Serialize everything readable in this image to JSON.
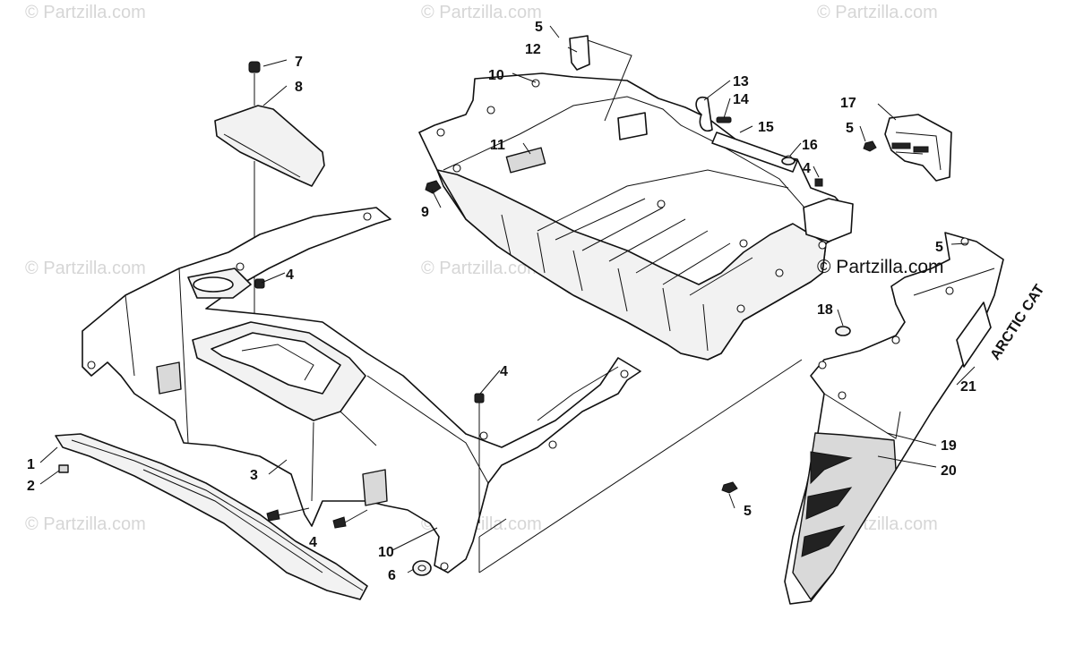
{
  "watermarks": [
    "© Partzilla.com",
    "© Partzilla.com",
    "© Partzilla.com",
    "© Partzilla.com",
    "© Partzilla.com",
    "© Partzilla.com",
    "© Partzilla.com",
    "© Partzilla.com"
  ],
  "main_watermark": "© Partzilla.com",
  "decal_text": "ARCTIC CAT",
  "callouts": [
    "1",
    "2",
    "3",
    "4",
    "4",
    "4",
    "4",
    "5",
    "5",
    "5",
    "5",
    "6",
    "7",
    "8",
    "9",
    "10",
    "10",
    "11",
    "12",
    "13",
    "14",
    "15",
    "16",
    "17",
    "18",
    "19",
    "20",
    "21"
  ],
  "colors": {
    "line": "#111111",
    "watermark": "#d6d6d6",
    "background": "#ffffff"
  }
}
